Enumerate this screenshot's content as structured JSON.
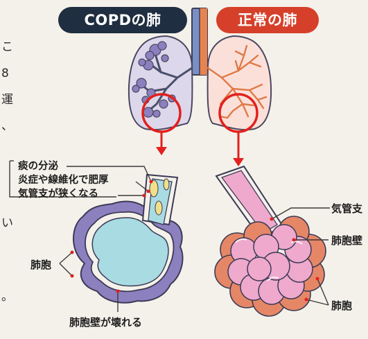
{
  "titles": {
    "copd": "COPDの肺",
    "normal": "正常の肺"
  },
  "left_text_fragments": [
    "こ",
    "8",
    "運",
    "、",
    "い",
    "。"
  ],
  "copd_callouts": [
    "痰の分泌",
    "炎症や線維化で肥厚",
    "気管支が狭くなる"
  ],
  "labels": {
    "copd_alveoli": "肺胞",
    "copd_wall": "肺胞壁が壊れる",
    "normal_bronchus": "気管支",
    "normal_wall": "肺胞壁",
    "normal_alveoli": "肺胞"
  },
  "colors": {
    "copd_pill": "#1f2e40",
    "normal_pill": "#d6402a",
    "lung_copd": "#dcd7ea",
    "lung_normal": "#fbe0da",
    "copd_alveoli": "#8c80bf",
    "normal_alveoli": "#e58766",
    "alveolus_interior_copd": "#a9dbe2",
    "alveolus_interior_normal": "#eea9cd",
    "highlight_ring": "#e2201d"
  }
}
